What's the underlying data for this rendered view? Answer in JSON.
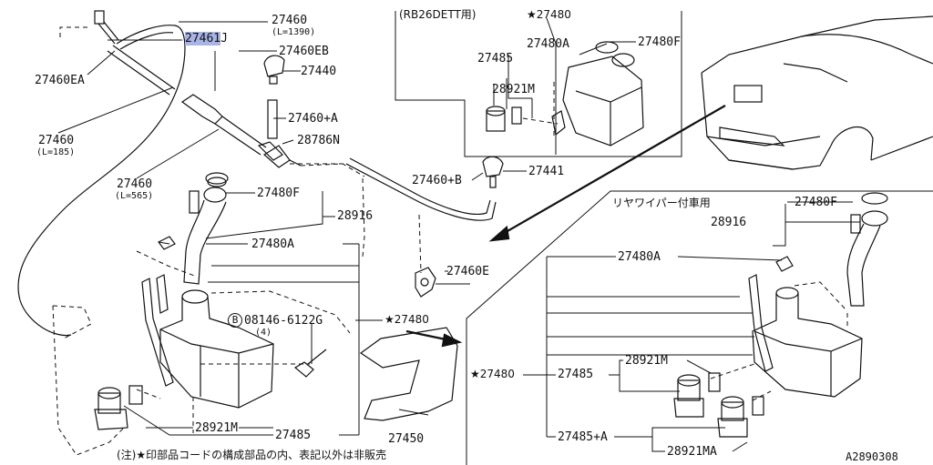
{
  "diagram": {
    "labels": {
      "p27460_top": "27460",
      "p27460_top_len": "(L=1390)",
      "p27461": "27461",
      "p27461_suffix": "J",
      "p27460EB": "27460EB",
      "p27440": "27440",
      "p27460EA": "27460EA",
      "p27460_left": "27460",
      "p27460_left_len": "(L=185)",
      "p27460A": "27460+A",
      "p28786N": "28786N",
      "p27460_mid": "27460",
      "p27460_mid_len": "(L=565)",
      "p27480F_left": "27480F",
      "p28916_left": "28916",
      "p27480A_left": "27480A",
      "p27460B": "27460+B",
      "p27441": "27441",
      "p27460E": "27460E",
      "bolt_code": "08146-6122G",
      "bolt_circle": "B",
      "bolt_qty": "(4)",
      "star27480_mid": "★27480",
      "p28921M_left": "28921M",
      "p27485_left": "27485",
      "p27450": "27450",
      "rb_header": "(RB26DETT用)",
      "rb_star27480": "★27480",
      "rb_27480A": "27480A",
      "rb_27480F": "27480F",
      "rb_27485": "27485",
      "rb_28921M": "28921M",
      "rear_header": "リヤワイパー付車用",
      "rear_27480F": "27480F",
      "rear_28916": "28916",
      "rear_27480A": "27480A",
      "rear_star27480": "★27480",
      "rear_27485": "27485",
      "rear_28921M": "28921M",
      "rear_27485A": "27485+A",
      "rear_28921MA": "28921MA",
      "note": "(注)★印部品コードの構成部品の内、表記以外は非販売",
      "diagram_code": "A2890308"
    },
    "colors": {
      "line": "#111111",
      "highlight": "#a9b4e6",
      "background": "#ffffff"
    }
  }
}
